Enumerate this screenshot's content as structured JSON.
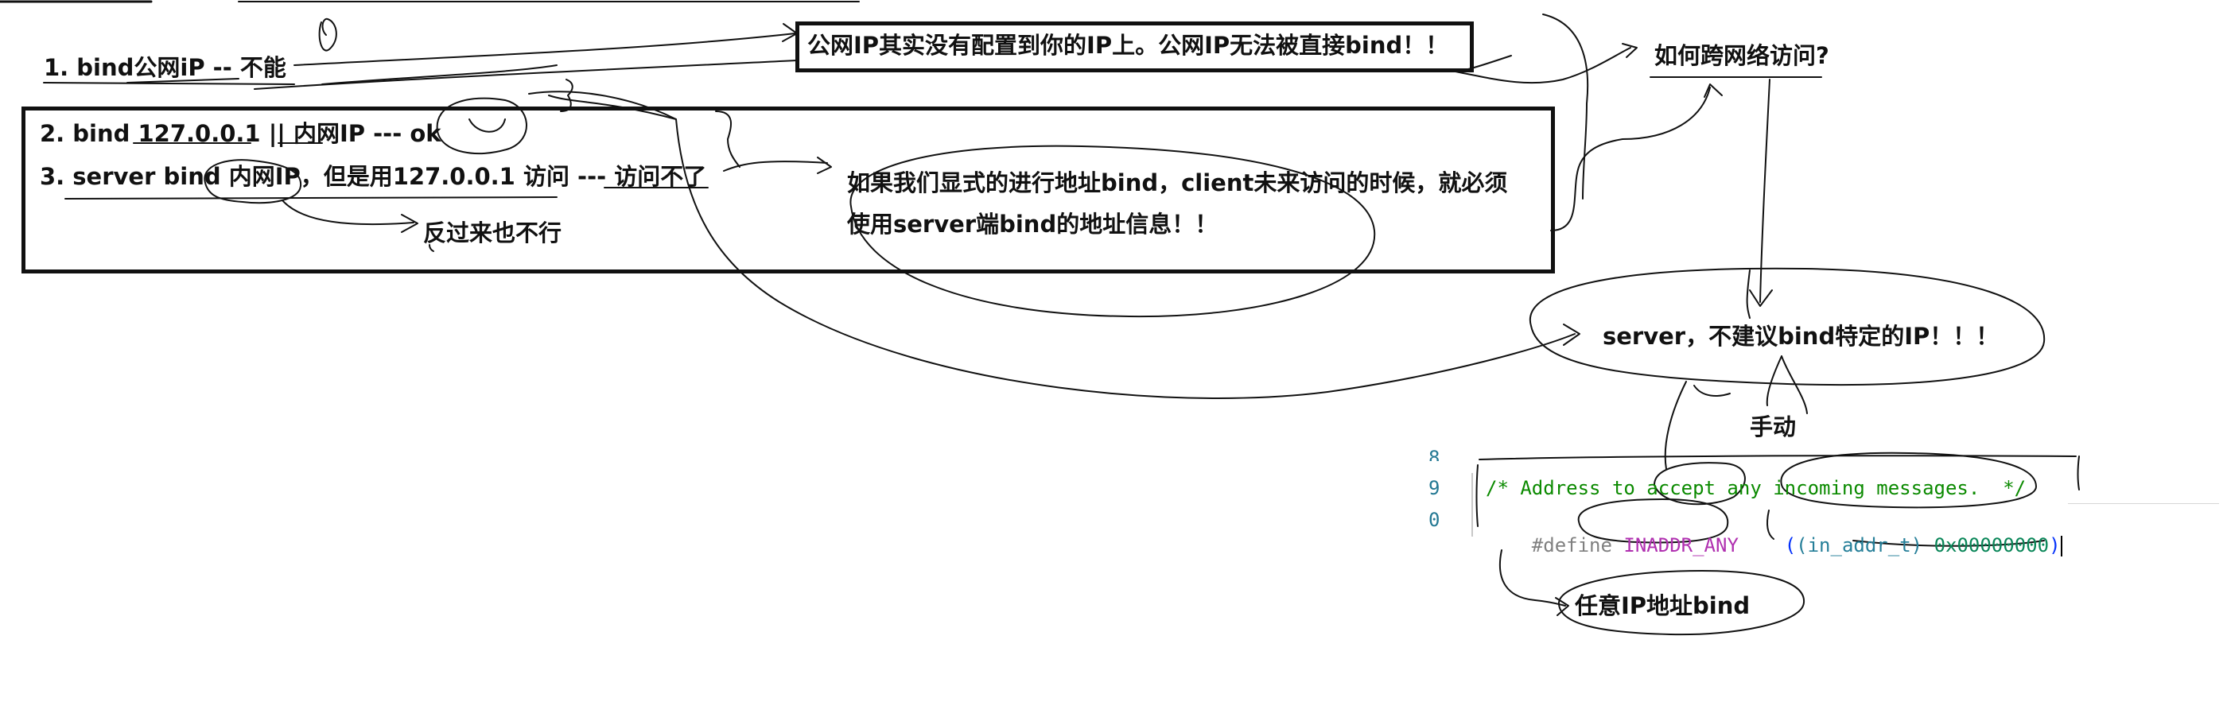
{
  "notes": {
    "n1": "1. bind公网iP -- 不能",
    "n2": "2. bind 127.0.0.1 || 内网IP --- ok",
    "n3": "3. server bind 内网IP，但是用127.0.0.1 访问 --- 访问不了",
    "n3_reverse": "反过来也不行",
    "public_ip_note": "公网IP其实没有配置到你的IP上。公网IP无法被直接bind！！",
    "explicit_bind_line1": "如果我们显式的进行地址bind，client未来访问的时候，就必须",
    "explicit_bind_line2": "使用server端bind的地址信息！！",
    "cross_network": "如何跨网络访问?",
    "server_advice": "server，不建议bind特定的IP！！！",
    "manual": "手动",
    "any_ip": "任意IP地址bind"
  },
  "code": {
    "line_numbers": [
      "8",
      "9",
      "0"
    ],
    "line9": {
      "comment": "/* Address to accept any incoming messages.  */"
    },
    "line10": {
      "define": "#define",
      "macro": "INADDR_ANY",
      "open_paren": "(",
      "cast": "(in_addr_t)",
      "value": "0x00000000",
      "close_paren": ")"
    }
  },
  "colors": {
    "ink": "#111111",
    "code_comment": "#0b8a00",
    "code_macro": "#b030b0",
    "code_type": "#267f99",
    "code_number": "#098658",
    "line_number": "#237893"
  }
}
